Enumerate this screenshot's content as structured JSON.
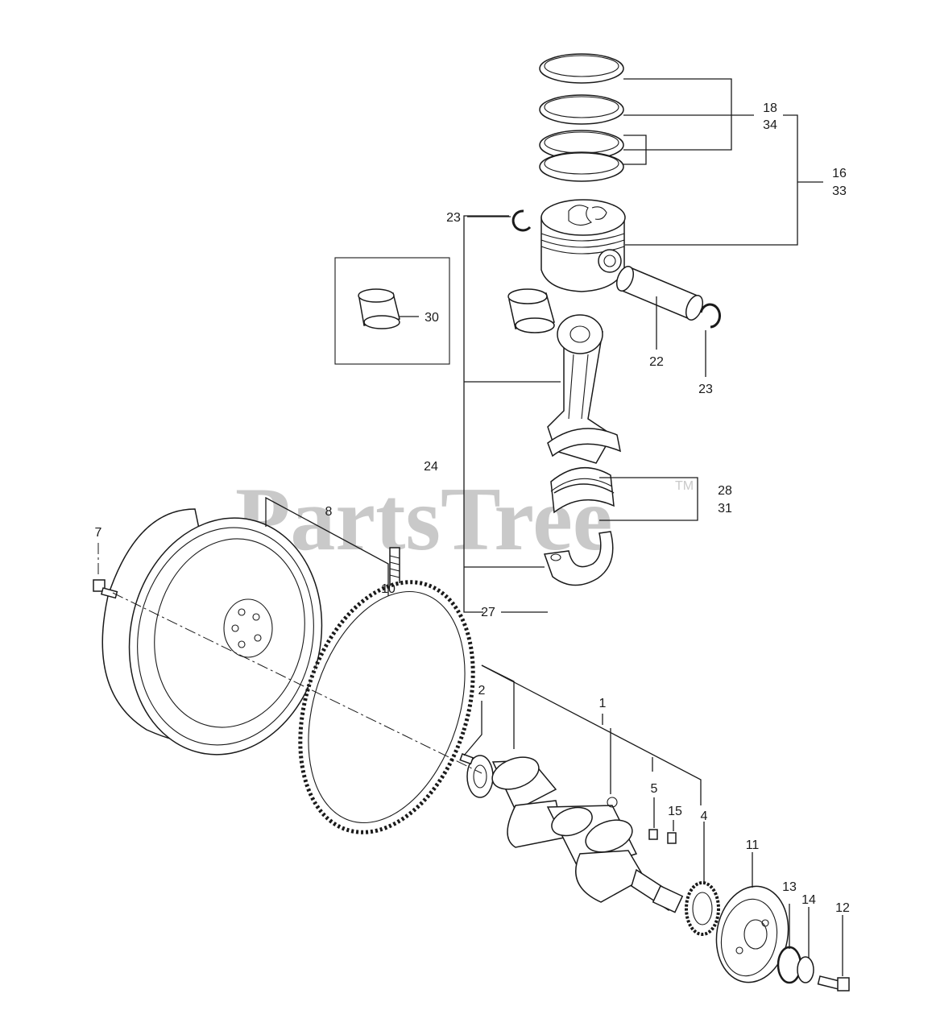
{
  "watermark": {
    "text": "PartsTree",
    "tm": "TM"
  },
  "callouts": [
    {
      "id": "c1",
      "text": "1"
    },
    {
      "id": "c2",
      "text": "2"
    },
    {
      "id": "c4",
      "text": "4"
    },
    {
      "id": "c5",
      "text": "5"
    },
    {
      "id": "c7",
      "text": "7"
    },
    {
      "id": "c8",
      "text": "8"
    },
    {
      "id": "c10",
      "text": "10"
    },
    {
      "id": "c11",
      "text": "11"
    },
    {
      "id": "c12",
      "text": "12"
    },
    {
      "id": "c13",
      "text": "13"
    },
    {
      "id": "c14",
      "text": "14"
    },
    {
      "id": "c15",
      "text": "15"
    },
    {
      "id": "c16",
      "text": "16"
    },
    {
      "id": "c18",
      "text": "18"
    },
    {
      "id": "c22",
      "text": "22"
    },
    {
      "id": "c23a",
      "text": "23"
    },
    {
      "id": "c23b",
      "text": "23"
    },
    {
      "id": "c24",
      "text": "24"
    },
    {
      "id": "c27",
      "text": "27"
    },
    {
      "id": "c28",
      "text": "28"
    },
    {
      "id": "c30",
      "text": "30"
    },
    {
      "id": "c31",
      "text": "31"
    },
    {
      "id": "c33",
      "text": "33"
    },
    {
      "id": "c34",
      "text": "34"
    }
  ]
}
